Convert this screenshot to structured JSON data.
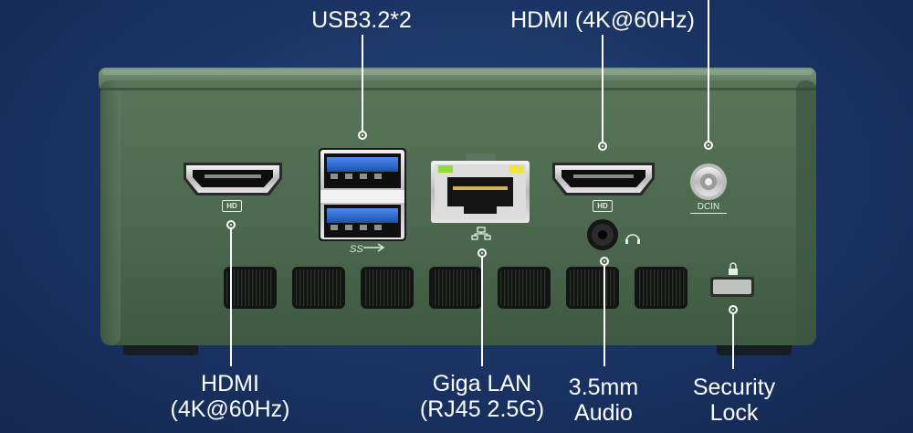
{
  "labels": {
    "usb": "USB3.2*2",
    "hdmi_top": "HDMI (4K@60Hz)",
    "hdmi_bottom_line1": "HDMI",
    "hdmi_bottom_line2": "(4K@60Hz)",
    "lan_line1": "Giga LAN",
    "lan_line2": "(RJ45 2.5G)",
    "audio_line1": "3.5mm",
    "audio_line2": "Audio",
    "lock_line1": "Security",
    "lock_line2": "Lock"
  },
  "port_marks": {
    "hd_left": "HD",
    "hd_right": "HD",
    "dcin": "DCIN"
  },
  "colors": {
    "background": "#1b3566",
    "chassis": "#4b6650",
    "usb_blue": "#2f6fd6",
    "lan_led_green": "#8fdc3a",
    "lan_led_yellow": "#f2e23a"
  },
  "icons": {
    "usb_logo": "superspeed-usb-icon",
    "network": "network-icon",
    "headphone": "headphone-icon",
    "lock": "padlock-icon"
  }
}
